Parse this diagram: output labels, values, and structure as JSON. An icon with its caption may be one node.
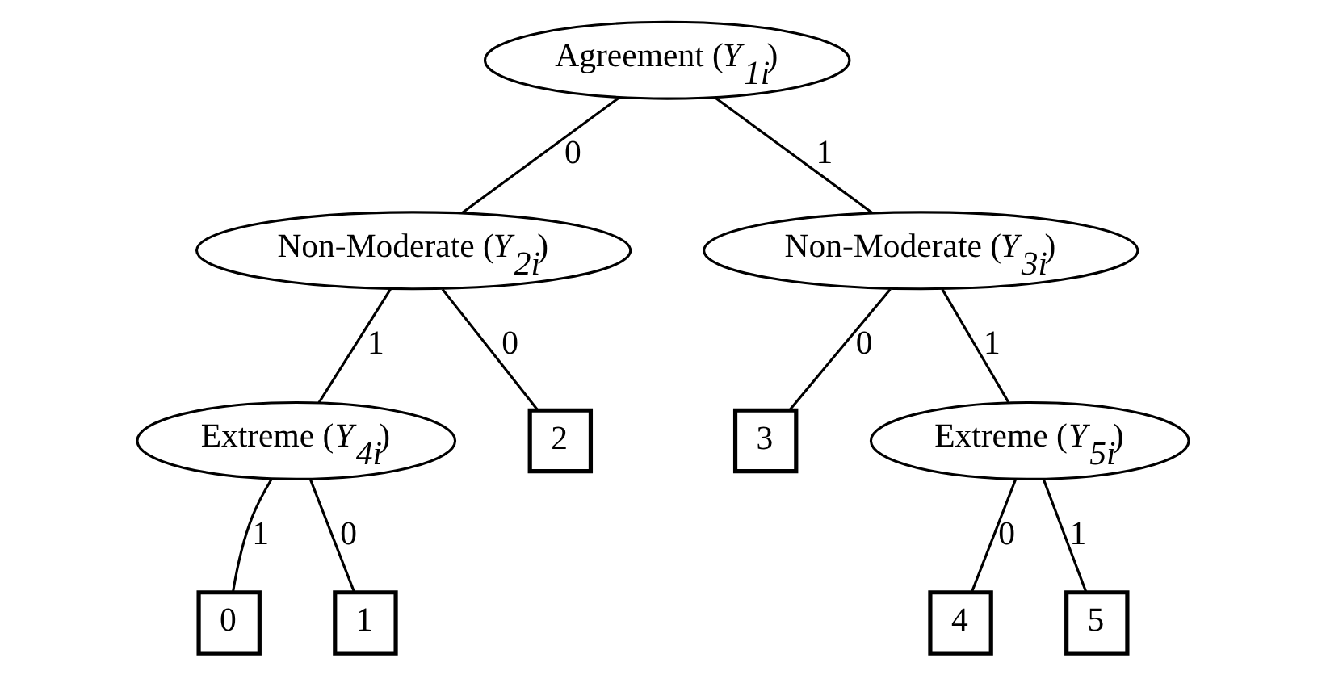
{
  "diagram": {
    "nodes": [
      {
        "text": [
          "Agreement (*Y*$_{1i}$)"
        ]
      },
      {
        "text": [
          "Non-Moderate (*Y*$_{2i}$)"
        ]
      },
      {
        "text": [
          "Non-Moderate (*Y*$_{3i}$)"
        ]
      },
      {
        "text": [
          "Extreme (*Y*$_{4i}$)"
        ]
      },
      {
        "text": [
          "2"
        ]
      },
      {
        "text": [
          "3"
        ]
      },
      {
        "text": [
          "Extreme (*Y*$_{5i}$)"
        ]
      },
      {
        "text": [
          "0"
        ]
      },
      {
        "text": [
          "1"
        ]
      },
      {
        "text": [
          "4"
        ]
      },
      {
        "text": [
          "5"
        ]
      }
    ],
    "edges": [
      {
        "from": 0,
        "to": 1,
        "arrow": "none",
        "label": "0"
      },
      {
        "from": 0,
        "to": 2,
        "arrow": "none",
        "label": "1"
      },
      {
        "from": 1,
        "to": 3,
        "arrow": "none",
        "label": "1"
      },
      {
        "from": 1,
        "to": 4,
        "arrow": "none",
        "label": "0"
      },
      {
        "from": 2,
        "to": 5,
        "arrow": "none",
        "label": "0"
      },
      {
        "from": 2,
        "to": 6,
        "arrow": "none",
        "label": "1"
      },
      {
        "from": 3,
        "to": 7,
        "arrow": "none",
        "label": "1"
      },
      {
        "from": 3,
        "to": 8,
        "arrow": "none",
        "label": "0"
      },
      {
        "from": 6,
        "to": 9,
        "arrow": "none",
        "label": "0"
      },
      {
        "from": 6,
        "to": 10,
        "arrow": "none",
        "label": "1"
      }
    ]
  }
}
